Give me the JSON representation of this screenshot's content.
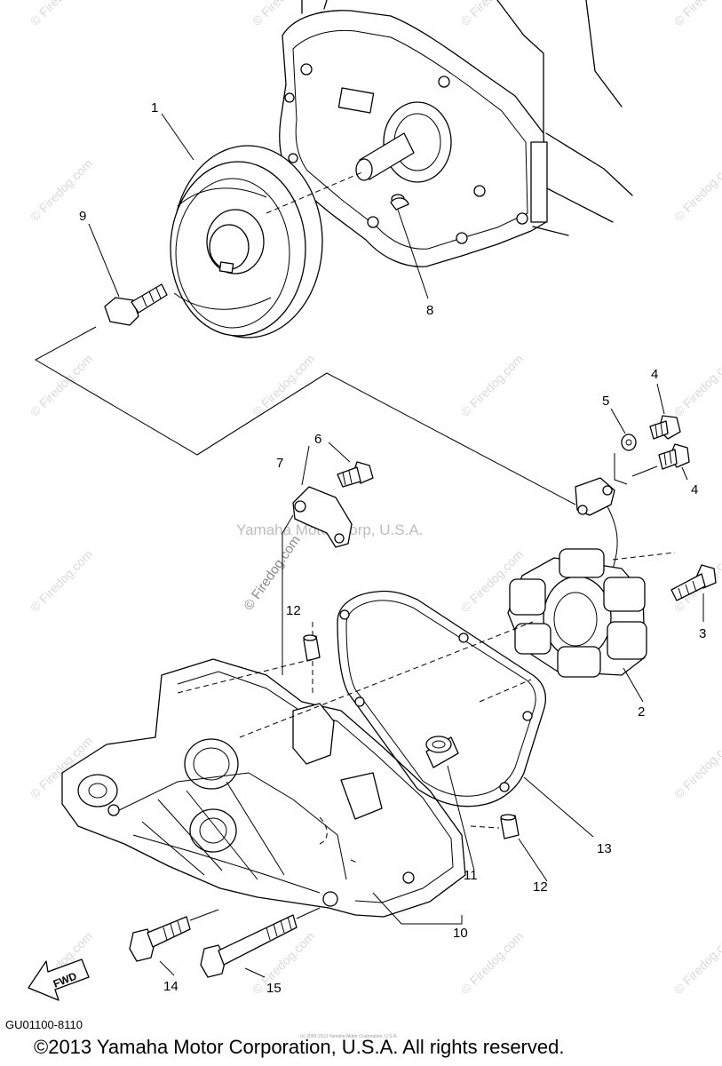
{
  "callouts": {
    "c1": "1",
    "c2": "2",
    "c3": "3",
    "c4a": "4",
    "c4b": "4",
    "c5": "5",
    "c6": "6",
    "c7": "7",
    "c8": "8",
    "c9": "9",
    "c10": "10",
    "c11": "11",
    "c12a": "12",
    "c12b": "12",
    "c13": "13",
    "c14": "14",
    "c15": "15"
  },
  "fwd_label": "FWD",
  "diagram_code": "GU01100-8110",
  "copyright": "©2013 Yamaha Motor Corporation, U.S.A. All rights reserved.",
  "watermarks": {
    "center": "Yamaha Motor Corp, U.S.A.",
    "firedog": "© Firedog.com",
    "fine_print": "(c) 2000-2013 Yamaha Motor Corporation, U.S.A."
  },
  "colors": {
    "line": "#000000",
    "watermark": "#d9d9d9",
    "background": "#ffffff"
  }
}
